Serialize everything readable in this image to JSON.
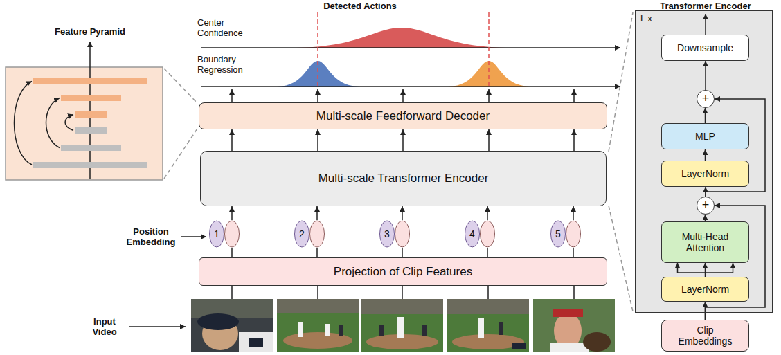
{
  "diagram": {
    "nodes": [
      {
        "text": [
          "Multi-scale Feedforward Decoder"
        ]
      },
      {
        "text": [
          "Multi-scale Transformer Encoder"
        ]
      },
      {
        "text": [
          "1"
        ]
      },
      {
        "text": [
          "2"
        ]
      },
      {
        "text": [
          "3"
        ]
      },
      {
        "text": [
          "4"
        ]
      },
      {
        "text": [
          "5"
        ]
      },
      {
        "text": [
          "Projection of Clip Features"
        ]
      },
      {
        "text": [
          "L x"
        ]
      },
      {
        "text": [
          "Downsample"
        ],
        "in": 8
      },
      {
        "text": [
          "+"
        ],
        "in": 8
      },
      {
        "text": [
          "MLP"
        ],
        "in": 8
      },
      {
        "text": [
          "LayerNorm"
        ],
        "in": 8
      },
      {
        "text": [
          "+"
        ],
        "in": 8
      },
      {
        "text": [
          "Multi-Head Attention"
        ],
        "in": 8
      },
      {
        "text": [
          "LayerNorm"
        ],
        "in": 8
      },
      {
        "text": [
          "Clip Embeddings"
        ]
      }
    ],
    "edges": [
      {
        "from": 7,
        "to": 2,
        "arrow": "none"
      },
      {
        "from": 7,
        "to": 3,
        "arrow": "none"
      },
      {
        "from": 7,
        "to": 4,
        "arrow": "none"
      },
      {
        "from": 7,
        "to": 5,
        "arrow": "none"
      },
      {
        "from": 7,
        "to": 6,
        "arrow": "none"
      },
      {
        "from": 2,
        "to": 1,
        "arrow": "to"
      },
      {
        "from": 3,
        "to": 1,
        "arrow": "to"
      },
      {
        "from": 4,
        "to": 1,
        "arrow": "to"
      },
      {
        "from": 5,
        "to": 1,
        "arrow": "to"
      },
      {
        "from": 6,
        "to": 1,
        "arrow": "to"
      },
      {
        "from": 1,
        "to": 0,
        "arrow": "to"
      },
      {
        "from": 1,
        "to": 0,
        "arrow": "to"
      },
      {
        "from": 1,
        "to": 0,
        "arrow": "to"
      },
      {
        "from": 1,
        "to": 0,
        "arrow": "to"
      },
      {
        "from": 1,
        "to": 0,
        "arrow": "to"
      },
      {
        "from": 16,
        "to": 15,
        "arrow": "to"
      },
      {
        "from": 15,
        "to": 14,
        "arrow": "to"
      },
      {
        "from": 14,
        "to": 13,
        "arrow": "to"
      },
      {
        "from": 16,
        "to": 13,
        "arrow": "to"
      },
      {
        "from": 13,
        "to": 12,
        "arrow": "to"
      },
      {
        "from": 12,
        "to": 11,
        "arrow": "to"
      },
      {
        "from": 11,
        "to": 10,
        "arrow": "to"
      },
      {
        "from": 13,
        "to": 10,
        "arrow": "to"
      },
      {
        "from": 10,
        "to": 9,
        "arrow": "to"
      }
    ],
    "labels": [
      "Detected Actions",
      "Center Confidence",
      "Boundary Regression",
      "Position Embedding",
      "Input Video",
      "Feature Pyramid",
      "Transformer Encoder"
    ]
  }
}
